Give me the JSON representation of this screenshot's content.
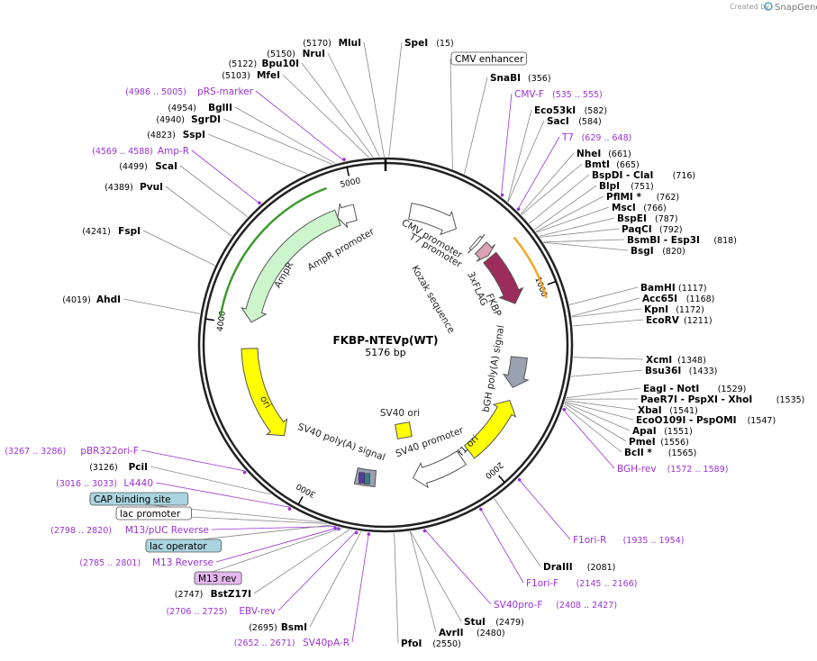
{
  "plasmid": {
    "name": "FKBP-NTEVp(WT)",
    "length_label": "5176 bp",
    "length": 5176
  },
  "credit": {
    "prefix": "Created by",
    "brand": "SnapGene"
  },
  "colors": {
    "primer": "#9b32d6",
    "ring": "#222222",
    "AmpR": "#ccf5cc",
    "ori": "#ffff00",
    "FKBP": "#9c2c5c",
    "tag": "#d9a3b3",
    "polyA": "#9aa2b2",
    "promoter": "#ffffff",
    "boxed_blue": "#a9d4e0",
    "boxed_purple": "#e4b8ee",
    "orange_bar": "#f5a623",
    "green_bar": "#3c9a2c"
  },
  "ticks": [
    {
      "pos": 1000,
      "label": "1000"
    },
    {
      "pos": 2000,
      "label": "2000"
    },
    {
      "pos": 3000,
      "label": "3000"
    },
    {
      "pos": 4000,
      "label": "4000"
    },
    {
      "pos": 5000,
      "label": "5000"
    }
  ],
  "features": [
    {
      "name": "CMV promoter",
      "start": 150,
      "end": 450,
      "kind": "promoter",
      "dir": 1
    },
    {
      "name": "T7 promoter",
      "start": 590,
      "end": 609,
      "kind": "promoter",
      "dir": 1
    },
    {
      "name": "3xFLAG",
      "start": 640,
      "end": 705,
      "kind": "tag",
      "dir": 1
    },
    {
      "name": "FKBP",
      "start": 720,
      "end": 1040,
      "kind": "FKBP",
      "dir": 1
    },
    {
      "name": "bGH poly(A) signal",
      "start": 1370,
      "end": 1560,
      "kind": "polyA",
      "dir": 1
    },
    {
      "name": "f1 ori",
      "start": 1640,
      "end": 2040,
      "kind": "ori",
      "dir": -1
    },
    {
      "name": "SV40 promoter",
      "start": 2100,
      "end": 2420,
      "kind": "promoter",
      "dir": 1
    },
    {
      "name": "SV40 ori",
      "start": 2280,
      "end": 2380,
      "kind": "ori_small",
      "dir": 0
    },
    {
      "name": "SV40 poly(A) signal",
      "start": 2650,
      "end": 2770,
      "kind": "polyA",
      "dir": 0
    },
    {
      "name": "ori",
      "start": 3280,
      "end": 3860,
      "kind": "ori",
      "dir": -1
    },
    {
      "name": "AmpR",
      "start": 4020,
      "end": 4880,
      "kind": "AmpR",
      "dir": -1
    },
    {
      "name": "AmpR promoter",
      "start": 4880,
      "end": 4990,
      "kind": "promoter",
      "dir": -1
    }
  ],
  "feature_labels": [
    {
      "name": "CMV promoter",
      "text": "CMV promoter"
    },
    {
      "name": "T7 promoter",
      "text": "T7 promoter"
    },
    {
      "name": "3xFLAG",
      "text": "3xFLAG"
    },
    {
      "name": "FKBP",
      "text": "FKBP"
    },
    {
      "name": "Kozak sequence",
      "text": "Kozak sequence"
    },
    {
      "name": "bGH poly(A) signal",
      "text": "bGH poly(A) signal"
    },
    {
      "name": "f1 ori",
      "text": "f1 ori"
    },
    {
      "name": "SV40 promoter",
      "text": "SV40 promoter"
    },
    {
      "name": "SV40 ori",
      "text": "SV40 ori"
    },
    {
      "name": "SV40 poly(A) signal",
      "text": "SV40 poly(A) signal"
    },
    {
      "name": "ori",
      "text": "ori"
    },
    {
      "name": "AmpR",
      "text": "AmpR"
    },
    {
      "name": "AmpR promoter",
      "text": "AmpR promoter"
    }
  ],
  "enzymes": [
    {
      "name": "SpeI",
      "pos": "(15)",
      "bp": 15
    },
    {
      "name": "MluI",
      "pos": "(5170)",
      "bp": 5170
    },
    {
      "name": "NruI",
      "pos": "(5150)",
      "bp": 5150
    },
    {
      "name": "Bpu10I",
      "pos": "(5122)",
      "bp": 5122
    },
    {
      "name": "MfeI",
      "pos": "(5103)",
      "bp": 5103
    },
    {
      "name": "BglII",
      "pos": "(4954)",
      "bp": 4954
    },
    {
      "name": "SgrDI",
      "pos": "(4940)",
      "bp": 4940
    },
    {
      "name": "SspI",
      "pos": "(4823)",
      "bp": 4823
    },
    {
      "name": "ScaI",
      "pos": "(4499)",
      "bp": 4499
    },
    {
      "name": "PvuI",
      "pos": "(4389)",
      "bp": 4389
    },
    {
      "name": "FspI",
      "pos": "(4241)",
      "bp": 4241
    },
    {
      "name": "AhdI",
      "pos": "(4019)",
      "bp": 4019
    },
    {
      "name": "SnaBI",
      "pos": "(356)",
      "bp": 356
    },
    {
      "name": "Eco53kI",
      "pos": "(582)",
      "bp": 582
    },
    {
      "name": "SacI",
      "pos": "(584)",
      "bp": 584
    },
    {
      "name": "NheI",
      "pos": "(661)",
      "bp": 661
    },
    {
      "name": "BmtI",
      "pos": "(665)",
      "bp": 665
    },
    {
      "name": "BspDI - ClaI",
      "pos": "(716)",
      "bp": 716
    },
    {
      "name": "BlpI",
      "pos": "(751)",
      "bp": 751
    },
    {
      "name": "PflMI *",
      "pos": "(762)",
      "bp": 762
    },
    {
      "name": "MscI",
      "pos": "(766)",
      "bp": 766
    },
    {
      "name": "BspEI",
      "pos": "(787)",
      "bp": 787
    },
    {
      "name": "PaqCI",
      "pos": "(792)",
      "bp": 792
    },
    {
      "name": "BsmBI - Esp3I",
      "pos": "(818)",
      "bp": 818
    },
    {
      "name": "BsgI",
      "pos": "(820)",
      "bp": 820
    },
    {
      "name": "BamHI",
      "pos": "(1117)",
      "bp": 1117
    },
    {
      "name": "Acc65I",
      "pos": "(1168)",
      "bp": 1168
    },
    {
      "name": "KpnI",
      "pos": "(1172)",
      "bp": 1172
    },
    {
      "name": "EcoRV",
      "pos": "(1211)",
      "bp": 1211
    },
    {
      "name": "XcmI",
      "pos": "(1348)",
      "bp": 1348
    },
    {
      "name": "Bsu36I",
      "pos": "(1433)",
      "bp": 1433
    },
    {
      "name": "EagI - NotI",
      "pos": "(1529)",
      "bp": 1529
    },
    {
      "name": "PaeR7I - PspXI - XhoI",
      "pos": "(1535)",
      "bp": 1535
    },
    {
      "name": "XbaI",
      "pos": "(1541)",
      "bp": 1541
    },
    {
      "name": "EcoO109I - PspOMI",
      "pos": "(1547)",
      "bp": 1547
    },
    {
      "name": "ApaI",
      "pos": "(1551)",
      "bp": 1551
    },
    {
      "name": "PmeI",
      "pos": "(1556)",
      "bp": 1556
    },
    {
      "name": "BclI *",
      "pos": "(1565)",
      "bp": 1565
    },
    {
      "name": "DraIII",
      "pos": "(2081)",
      "bp": 2081
    },
    {
      "name": "StuI",
      "pos": "(2479)",
      "bp": 2479
    },
    {
      "name": "AvrII",
      "pos": "(2480)",
      "bp": 2480
    },
    {
      "name": "PfoI",
      "pos": "(2550)",
      "bp": 2550
    },
    {
      "name": "BsmI",
      "pos": "(2695)",
      "bp": 2695
    },
    {
      "name": "BstZ17I",
      "pos": "(2747)",
      "bp": 2747
    },
    {
      "name": "PciI",
      "pos": "(3126)",
      "bp": 3126
    }
  ],
  "primers": [
    {
      "name": "CMV-F",
      "pos": "(535 .. 555)",
      "bp": 545
    },
    {
      "name": "T7",
      "pos": "(629 .. 648)",
      "bp": 638
    },
    {
      "name": "BGH-rev",
      "pos": "(1572 .. 1589)",
      "bp": 1580
    },
    {
      "name": "F1ori-R",
      "pos": "(1935 .. 1954)",
      "bp": 1944
    },
    {
      "name": "F1ori-F",
      "pos": "(2145 .. 2166)",
      "bp": 2155
    },
    {
      "name": "SV40pro-F",
      "pos": "(2408 .. 2427)",
      "bp": 2417
    },
    {
      "name": "SV40pA-R",
      "pos": "(2652 .. 2671)",
      "bp": 2661
    },
    {
      "name": "EBV-rev",
      "pos": "(2706 .. 2725)",
      "bp": 2715
    },
    {
      "name": "M13 Reverse",
      "pos": "(2785 .. 2801)",
      "bp": 2793
    },
    {
      "name": "M13/pUC Reverse",
      "pos": "(2798 .. 2820)",
      "bp": 2809
    },
    {
      "name": "L4440",
      "pos": "(3016 .. 3033)",
      "bp": 3024
    },
    {
      "name": "pBR322ori-F",
      "pos": "(3267 .. 3286)",
      "bp": 3276
    },
    {
      "name": "Amp-R",
      "pos": "(4569 .. 4588)",
      "bp": 4578
    },
    {
      "name": "pRS-marker",
      "pos": "(4986 .. 5005)",
      "bp": 4995
    }
  ],
  "boxed_labels": [
    {
      "text": "CMV enhancer",
      "style": "plain",
      "bp": 300
    },
    {
      "text": "CAP binding site",
      "style": "blue",
      "bp": 2870
    },
    {
      "text": "lac promoter",
      "style": "plain",
      "bp": 2850
    },
    {
      "text": "lac operator",
      "style": "blue",
      "bp": 2830
    },
    {
      "text": "M13 rev",
      "style": "purple",
      "bp": 2780
    }
  ]
}
